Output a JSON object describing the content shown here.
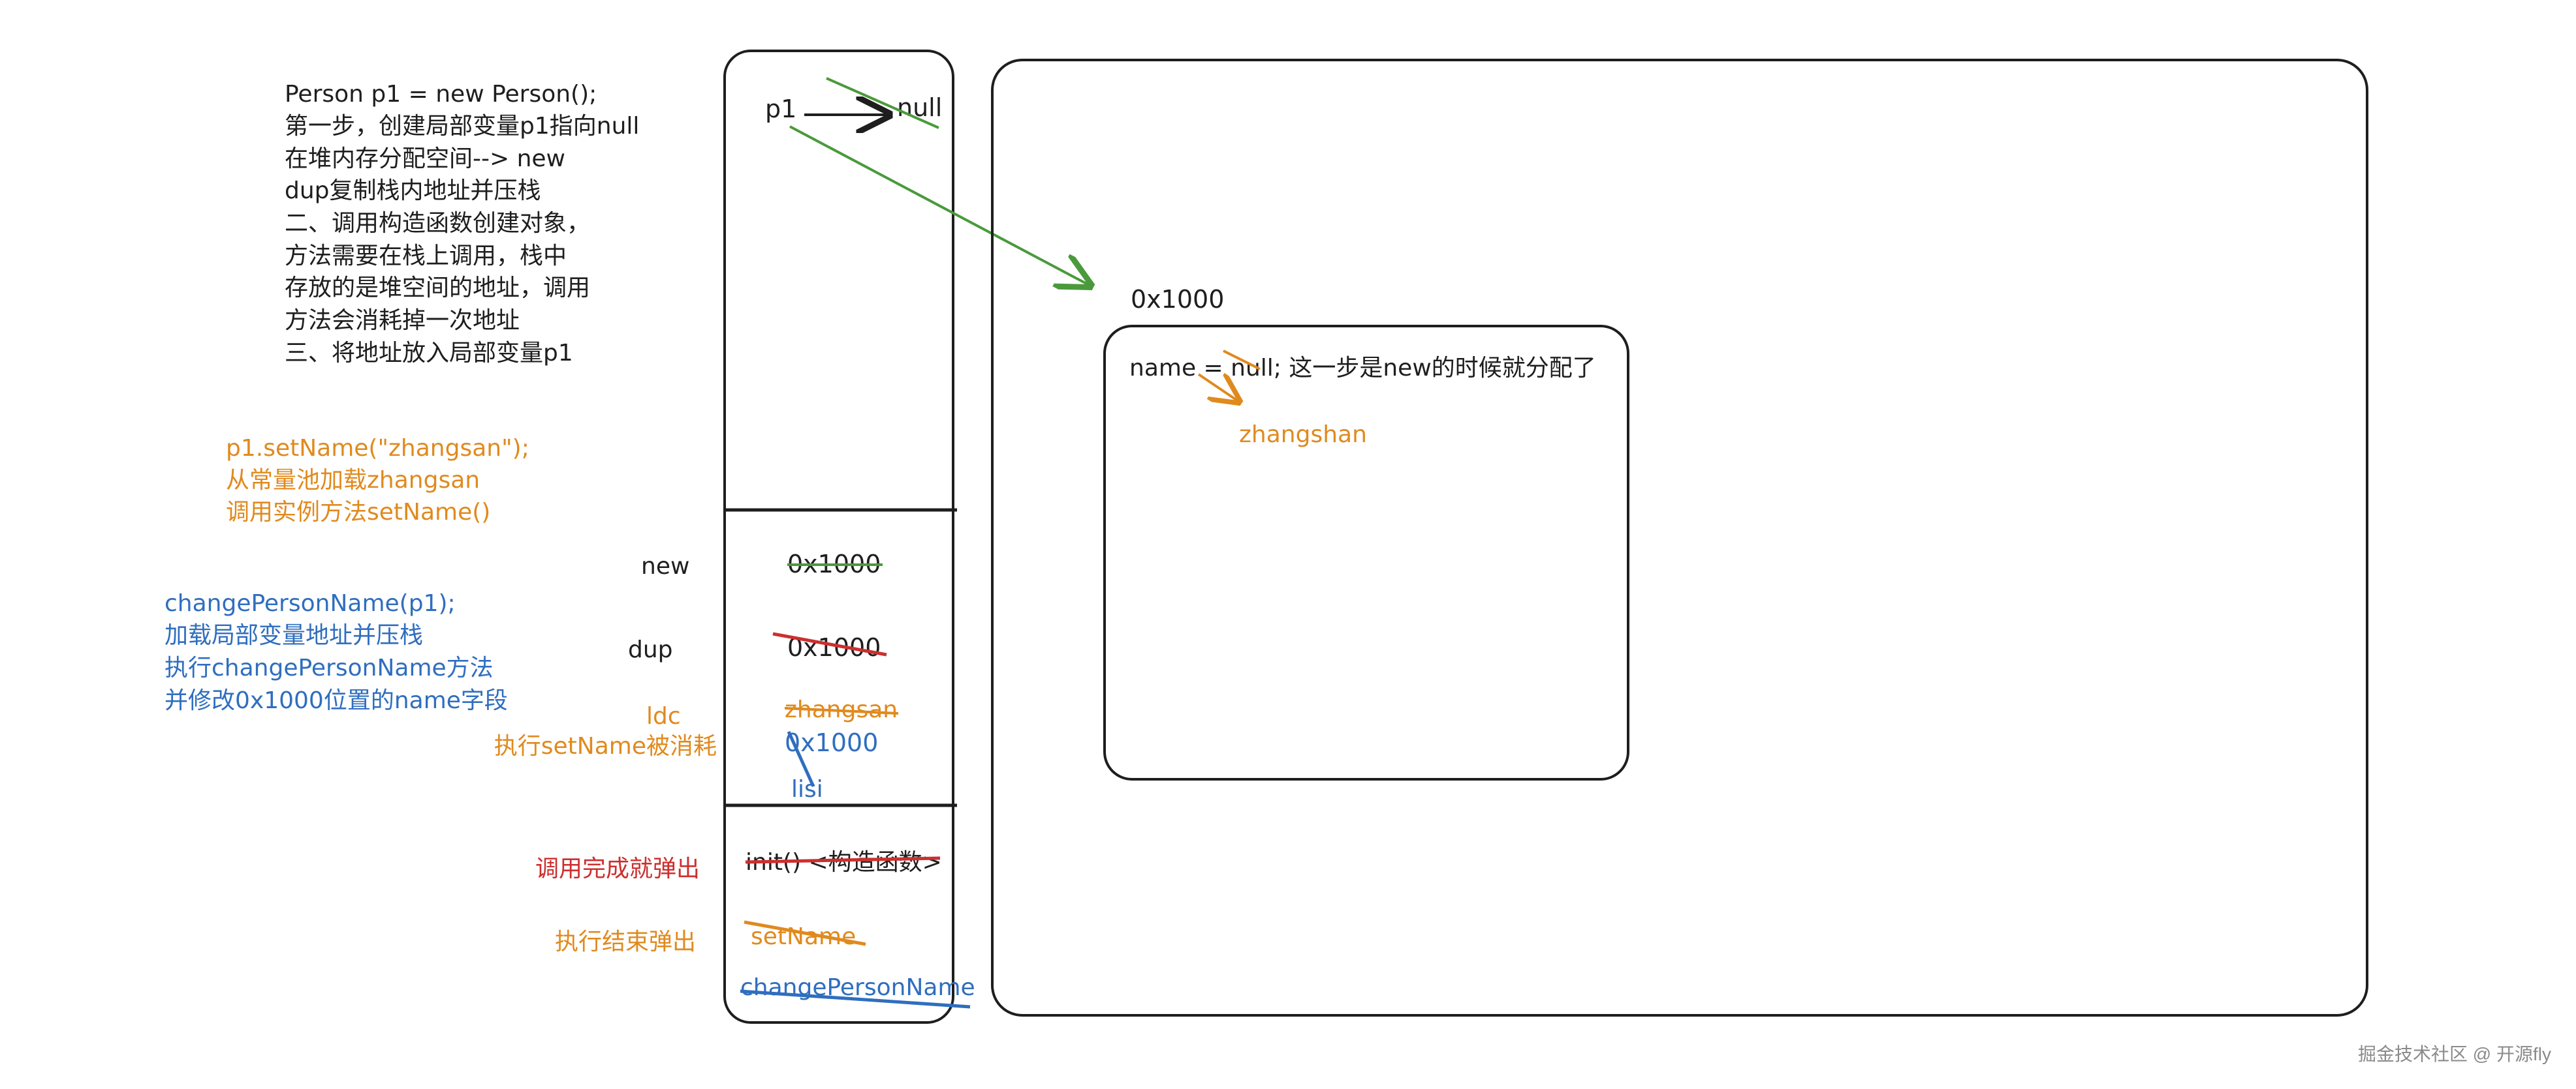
{
  "colors": {
    "ink": "#1e1e1e",
    "orange": "#e08a1e",
    "blue": "#2f6ebf",
    "red": "#cc2f2f",
    "green": "#4a9a3c",
    "watermark": "#8a8a8a"
  },
  "notes": {
    "creation": [
      "Person p1 = new Person();",
      "第一步，创建局部变量p1指向null",
      "在堆内存分配空间--> new",
      "dup复制栈内地址并压栈",
      "二、调用构造函数创建对象，",
      "方法需要在栈上调用，栈中",
      "存放的是堆空间的地址，调用",
      "方法会消耗掉一次地址",
      "三、将地址放入局部变量p1"
    ],
    "setname": [
      "p1.setName(\"zhangsan\");",
      "从常量池加载zhangsan",
      "调用实例方法setName()"
    ],
    "change": [
      "changePersonName(p1);",
      "加载局部变量地址并压栈",
      "执行changePersonName方法",
      "并修改0x1000位置的name字段"
    ]
  },
  "stack": {
    "local_var": "p1",
    "local_value": "null",
    "operand_labels": {
      "new": "new",
      "dup": "dup",
      "ldc": "ldc",
      "consumed": "执行setName被消耗"
    },
    "operands": {
      "new_addr": "0x1000",
      "dup_addr": "0x1000",
      "ldc_value": "zhangsan",
      "loaded_addr": "0x1000",
      "new_name": "lisi"
    },
    "frame_labels": {
      "init_pop": "调用完成就弹出",
      "setname_pop": "执行结束弹出"
    },
    "frames": {
      "init": "init() <构造函数>",
      "setname": "setName",
      "change": "changePersonName"
    }
  },
  "heap": {
    "address": "0x1000",
    "field_line": "name = null; 这一步是new的时候就分配了",
    "field_new_value": "zhangshan"
  },
  "watermark": "掘金技术社区 @ 开源fly"
}
